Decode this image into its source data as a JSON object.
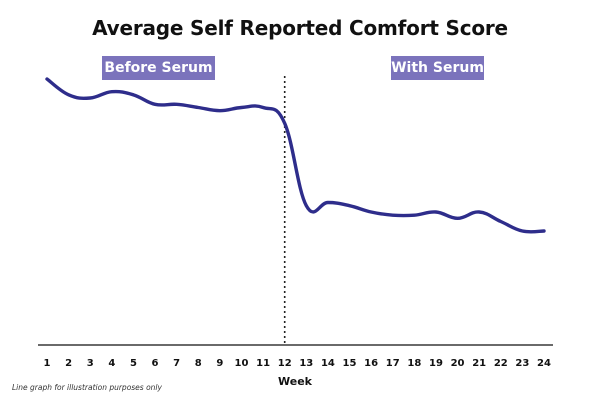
{
  "chart_data": {
    "type": "line",
    "title": "Average Self Reported Comfort Score",
    "xlabel": "Week",
    "ylabel": "",
    "x": [
      1,
      2,
      3,
      4,
      5,
      6,
      7,
      8,
      9,
      10,
      11,
      12,
      13,
      14,
      15,
      16,
      17,
      18,
      19,
      20,
      21,
      22,
      23,
      24
    ],
    "series": [
      {
        "values": [
          84,
          79,
          78,
          80,
          79,
          76,
          76,
          75,
          74,
          75,
          75,
          70,
          44,
          45,
          44,
          42,
          41,
          41,
          42,
          40,
          42,
          39,
          36,
          36
        ]
      }
    ],
    "ylim": [
      0,
      90
    ],
    "xlim": [
      1,
      24
    ],
    "grid": false,
    "annotations": {
      "divider_week": 12,
      "before_label": "Before Serum",
      "after_label": "With Serum"
    },
    "footnote": "Line graph for illustration purposes only",
    "colors": {
      "line": "#2e2d8b",
      "label_background": "#7b73bc",
      "label_text": "#ffffff",
      "axis": "#111111"
    }
  }
}
